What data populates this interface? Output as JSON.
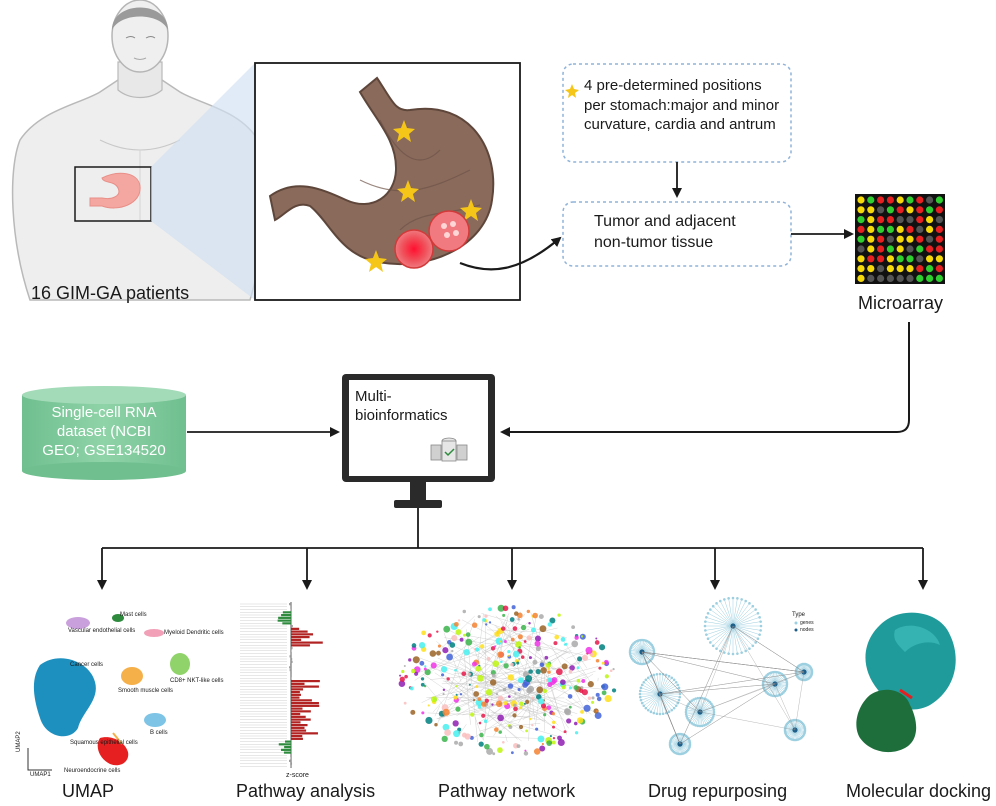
{
  "patients": {
    "label": "16 GIM-GA patients"
  },
  "positions_box": {
    "line1": "4 pre-determined positions",
    "line2": "per stomach:major and minor",
    "line3": "curvature, cardia and antrum"
  },
  "tissue_box": {
    "line1": "Tumor and adjacent",
    "line2": "non-tumor tissue"
  },
  "microarray": {
    "label": "Microarray"
  },
  "dataset": {
    "line1": "Single-cell RNA",
    "line2": "dataset (NCBI",
    "line3": "GEO; GSE134520"
  },
  "monitor": {
    "line1": "Multi-",
    "line2": "bioinformatics"
  },
  "outputs": [
    {
      "label": "UMAP"
    },
    {
      "label": "Pathway analysis"
    },
    {
      "label": "Pathway network"
    },
    {
      "label": "Drug repurposing"
    },
    {
      "label": "Molecular docking"
    }
  ],
  "umap_panel": {
    "clusters": {
      "vascular": "Vascular endothelial cells",
      "mast": "Mast cells",
      "myeloid": "Myeloid Dendritic cells",
      "cancer": "Cancer cells",
      "smooth": "Smooth muscle cells",
      "cd8": "CD8+ NKT-like cells",
      "bcells": "B cells",
      "squamous": "Squamous epithelial cells",
      "neuro": "Neuroendocrine cells"
    },
    "axis_y": "UMAP2",
    "axis_x": "UMAP1"
  },
  "pathway_panel": {
    "axis": "z-score"
  },
  "drug_panel": {
    "legend_title": "Type",
    "legend_items": [
      "genes",
      "nodes"
    ]
  },
  "colors": {
    "arrow": "#1a1a1a",
    "dashed_box": "#8fb3d9",
    "cylinder": "#79c79a",
    "stomach": "#8a6a5a",
    "tumor": "#ee4f55",
    "red_bar": "#b22222",
    "green_bar": "#2e8b3e",
    "network_node": "#9ccfe0",
    "protein_teal": "#1f9b9b",
    "protein_green": "#1e6e3c"
  }
}
